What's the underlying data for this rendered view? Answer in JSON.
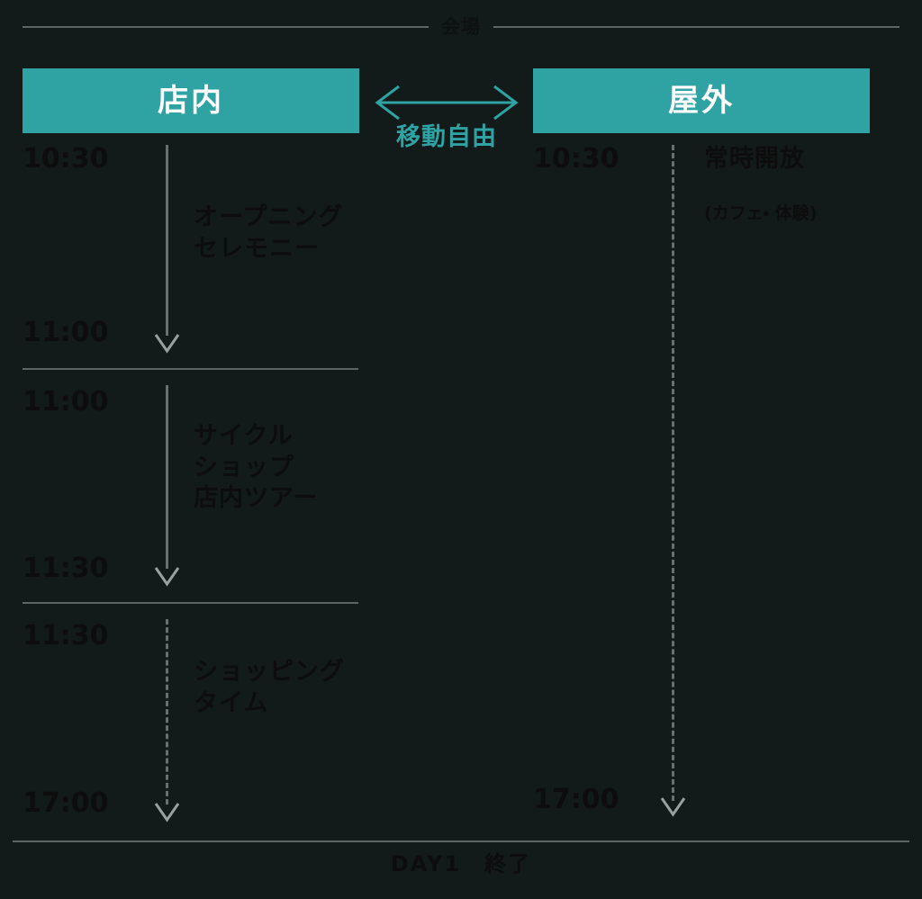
{
  "header": {
    "title": "会場",
    "rule_color": "#5c6464"
  },
  "theme": {
    "background": "#121a1a",
    "accent": "#2fa3a3",
    "text": "#0d0d0d",
    "chip_text": "#ffffff",
    "line": "#6a7070"
  },
  "venues": {
    "indoor": {
      "label": "店内"
    },
    "outdoor": {
      "label": "屋外"
    }
  },
  "transfer": {
    "label": "移動自由",
    "icon": "double-arrow-horizontal-icon"
  },
  "indoor_schedule": [
    {
      "start": "10:30",
      "end": "11:00",
      "event": "オープニング\nセレモニー",
      "line_style": "solid"
    },
    {
      "start": "11:00",
      "end": "11:30",
      "event": "サイクル\nショップ\n店内ツアー",
      "line_style": "solid"
    },
    {
      "start": "11:30",
      "end": "17:00",
      "event": "ショッピング\nタイム",
      "line_style": "dashed"
    }
  ],
  "outdoor_schedule": [
    {
      "start": "10:30",
      "end": "17:00",
      "event": "常時開放",
      "event_sub": "(カフェ・ 体験)",
      "line_style": "dashed"
    }
  ],
  "footer": {
    "label": "DAY1　終了"
  }
}
